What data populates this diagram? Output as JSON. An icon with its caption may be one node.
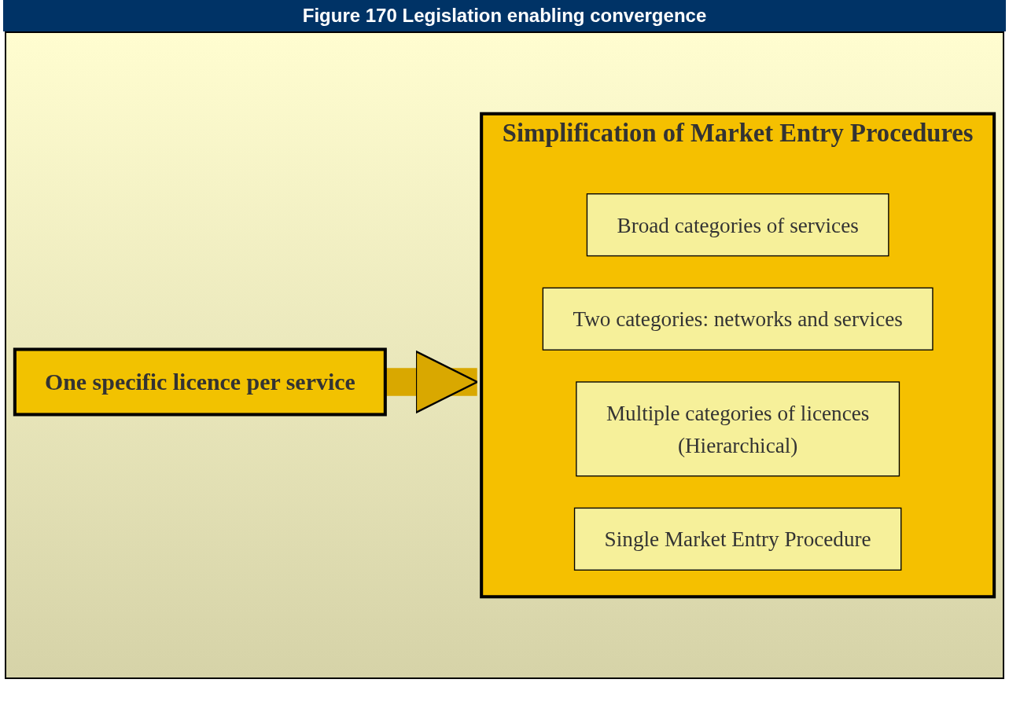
{
  "diagram": {
    "title": "Figure 170 Legislation enabling convergence",
    "nodes": [
      {
        "text": [
          "One specific licence per service"
        ]
      },
      {
        "text": [
          "Simplification of Market Entry Procedures"
        ]
      },
      {
        "text": [
          "Broad categories of services"
        ],
        "in": 1
      },
      {
        "text": [
          "Two categories: networks and services"
        ],
        "in": 1
      },
      {
        "text": [
          "Multiple categories of licences",
          "(Hierarchical)"
        ],
        "in": 1
      },
      {
        "text": [
          "Single Market Entry Procedure"
        ],
        "in": 1
      }
    ],
    "edges": [
      {
        "from": 0,
        "to": 1,
        "arrow": "to"
      }
    ]
  }
}
